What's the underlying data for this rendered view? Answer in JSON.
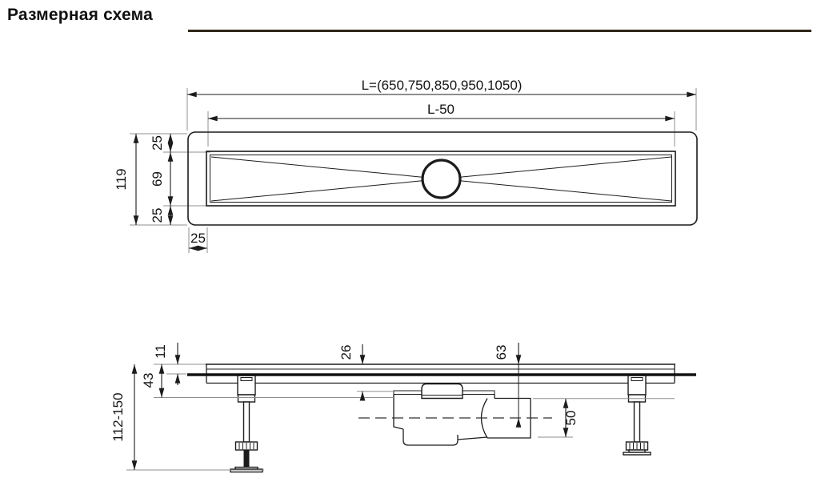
{
  "title": "Размерная схема",
  "colors": {
    "accent_rule": "#2e2617",
    "line": "#1c1c1c",
    "extension": "#8f8f8f"
  },
  "top_view": {
    "dim_length_overall": "L=(650,750,850,950,1050)",
    "dim_grate_length": "L-50",
    "dim_overall_width": "119",
    "dim_edge_top": "25",
    "dim_grate_width": "69",
    "dim_edge_bottom": "25",
    "dim_edge_left": "25"
  },
  "side_view": {
    "dim_grate_height": "11",
    "dim_body_height": "43",
    "dim_leg_height_range": "112-150",
    "dim_trap_offset": "26",
    "dim_outlet_axis_depth": "63",
    "dim_outlet_diameter": "50"
  }
}
